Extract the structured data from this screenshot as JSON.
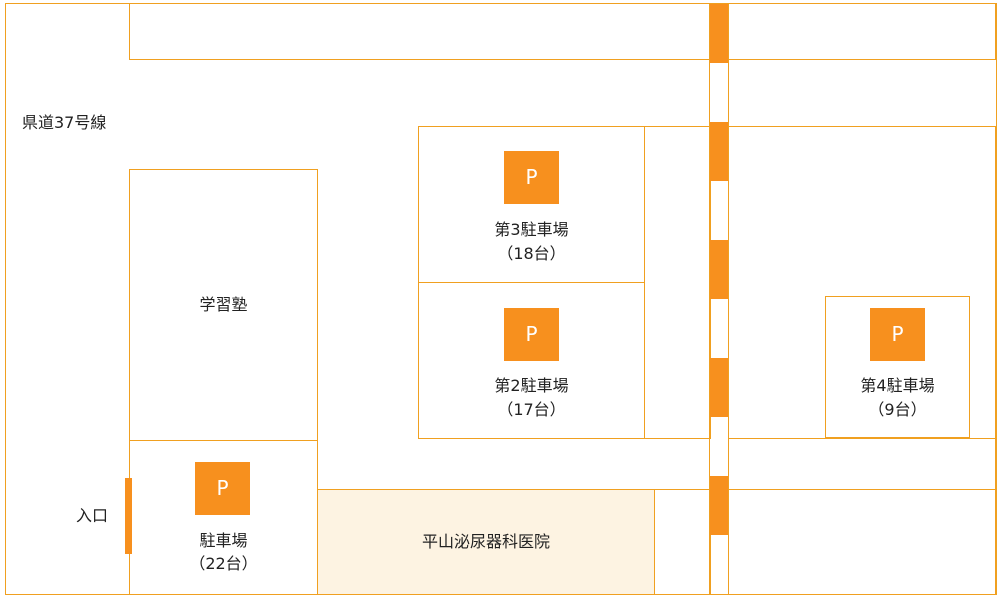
{
  "map": {
    "road_label": "県道37号線",
    "entrance_label": "入口",
    "cram_school": "学習塾",
    "clinic": "平山泌尿器科医院",
    "parking_symbol": "P",
    "parking_lots": [
      {
        "name": "駐車場",
        "spaces": "（22台）"
      },
      {
        "name": "第2駐車場",
        "spaces": "（17台）"
      },
      {
        "name": "第3駐車場",
        "spaces": "（18台）"
      },
      {
        "name": "第4駐車場",
        "spaces": "（9台）"
      }
    ]
  },
  "colors": {
    "accent": "#f7901e",
    "border": "#f0a020",
    "clinic_fill": "#fdf3e2"
  }
}
